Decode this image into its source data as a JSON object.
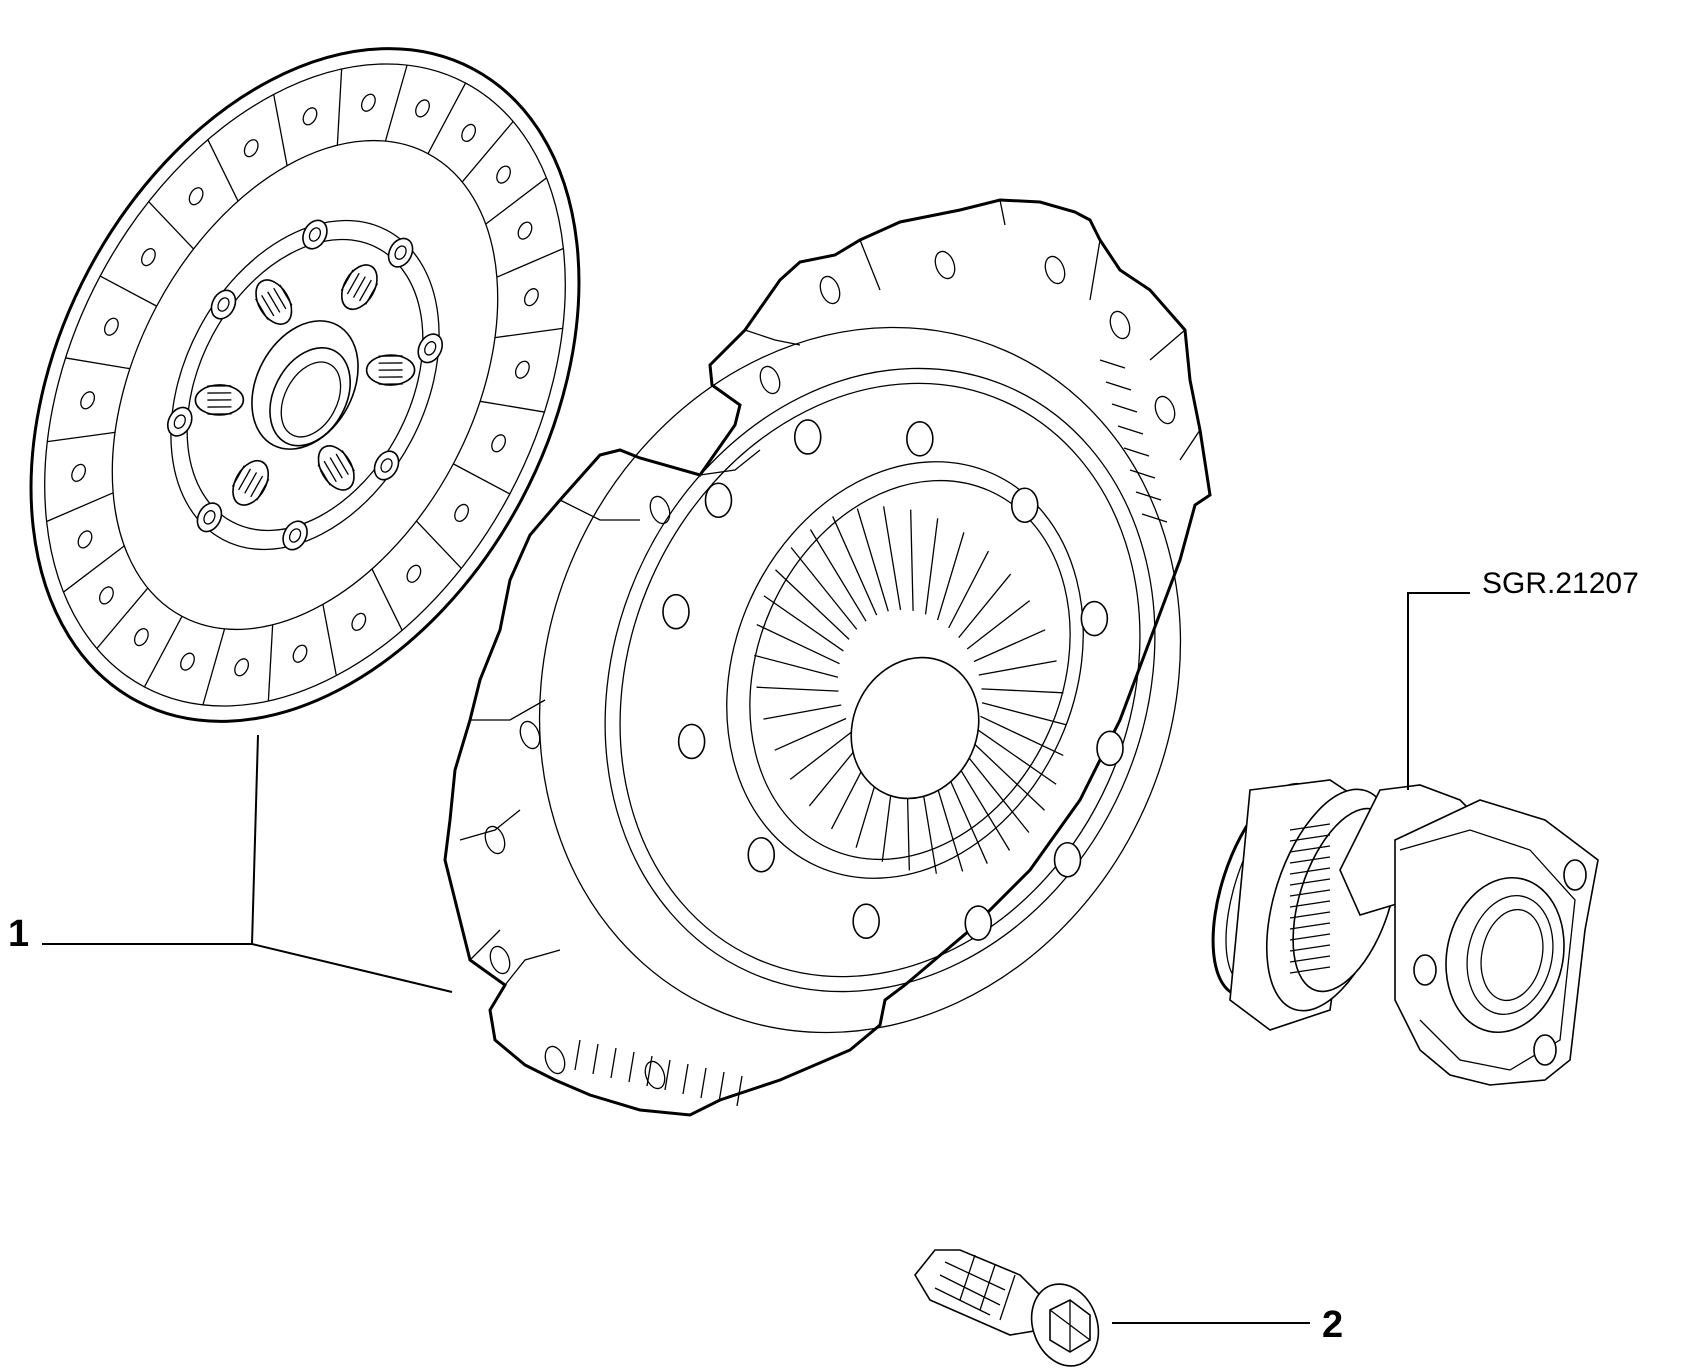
{
  "callouts": {
    "part_1": "1",
    "part_2": "2",
    "drawing_code": "SGR.21207"
  },
  "colors": {
    "line": "#000000",
    "background": "#ffffff"
  }
}
